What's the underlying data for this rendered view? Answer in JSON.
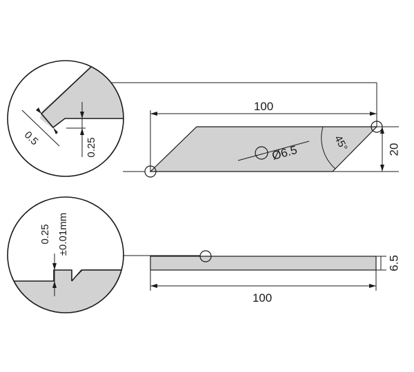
{
  "colors": {
    "blade_fill": "#d2d2d2",
    "line": "#1a1a1a",
    "background": "#ffffff"
  },
  "top_view": {
    "length": "100",
    "height": "20",
    "angle": "45°",
    "hole_diameter": "Ø6.5",
    "detail": {
      "edge_width": "0.5",
      "edge_depth": "0.25"
    }
  },
  "side_view": {
    "length": "100",
    "thickness": "6.5",
    "detail": {
      "step": "0.25",
      "tolerance": "±0.01mm"
    }
  }
}
